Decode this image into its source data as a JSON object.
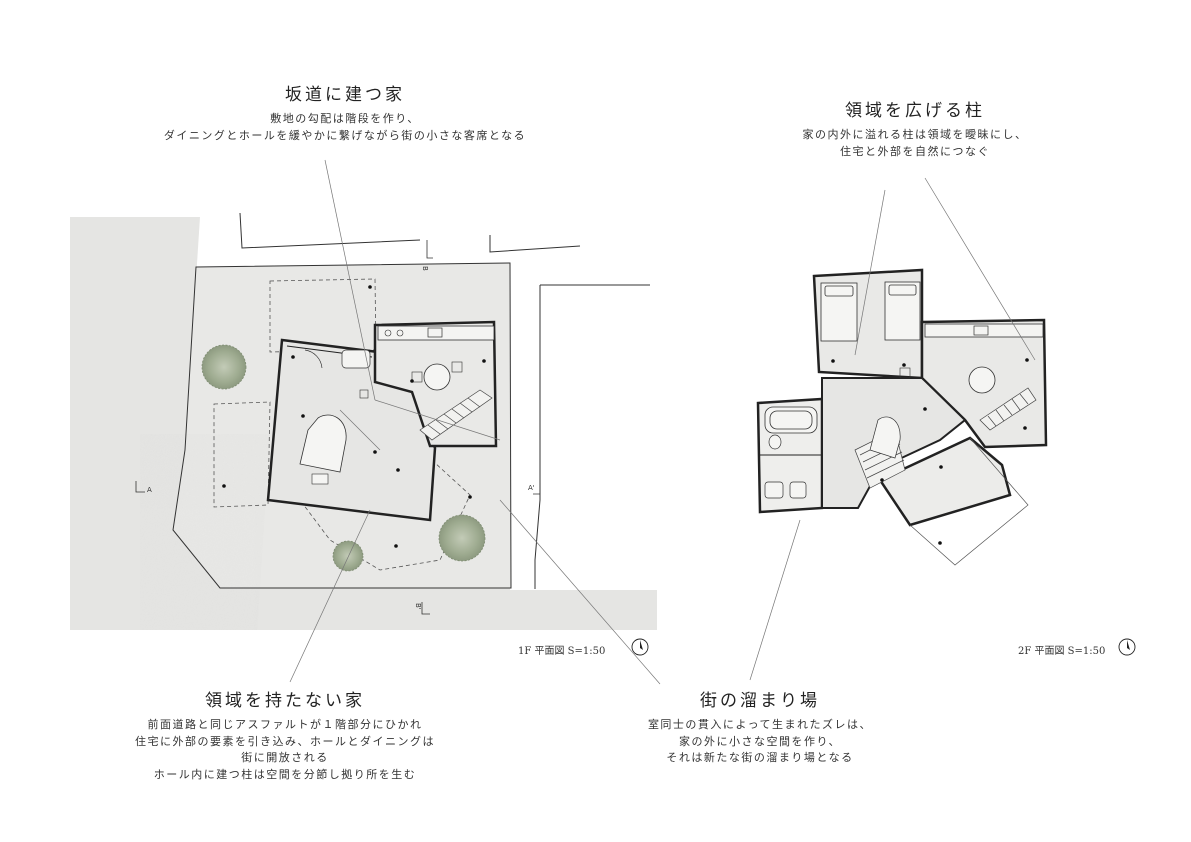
{
  "concepts": {
    "slope_house": {
      "title": "坂道に建つ家",
      "lines": [
        "敷地の勾配は階段を作り、",
        "ダイニングとホールを緩やかに繋げながら街の小さな客席となる"
      ]
    },
    "column": {
      "title": "領域を広げる柱",
      "lines": [
        "家の内外に溢れる柱は領域を曖昧にし、",
        "住宅と外部を自然につなぐ"
      ]
    },
    "no_domain": {
      "title": "領域を持たない家",
      "lines": [
        "前面道路と同じアスファルトが１階部分にひかれ",
        "住宅に外部の要素を引き込み、ホールとダイニングは",
        "街に開放される",
        "ホール内に建つ柱は空間を分節し拠り所を生む"
      ]
    },
    "street_pool": {
      "title": "街の溜まり場",
      "lines": [
        "室同士の貫入によって生まれたズレは、",
        "家の外に小さな空間を作り、",
        "それは新たな街の溜まり場となる"
      ]
    }
  },
  "plans": {
    "first_floor_label": "1F 平面図 S=1:50",
    "second_floor_label": "2F 平面図 S=1:50"
  },
  "section_marks": {
    "a": "A",
    "a_prime": "A'",
    "b": "B",
    "b_prime": "B'"
  },
  "colors": {
    "asphalt": "#e6e6e4",
    "floor": "#e9e9e7",
    "tree": "#a7b39a",
    "line": "#333333"
  },
  "icons": [
    "north-arrow-icon",
    "tree-icon",
    "piano-icon",
    "table-icon",
    "bed-icon",
    "bathtub-icon",
    "toilet-icon"
  ]
}
